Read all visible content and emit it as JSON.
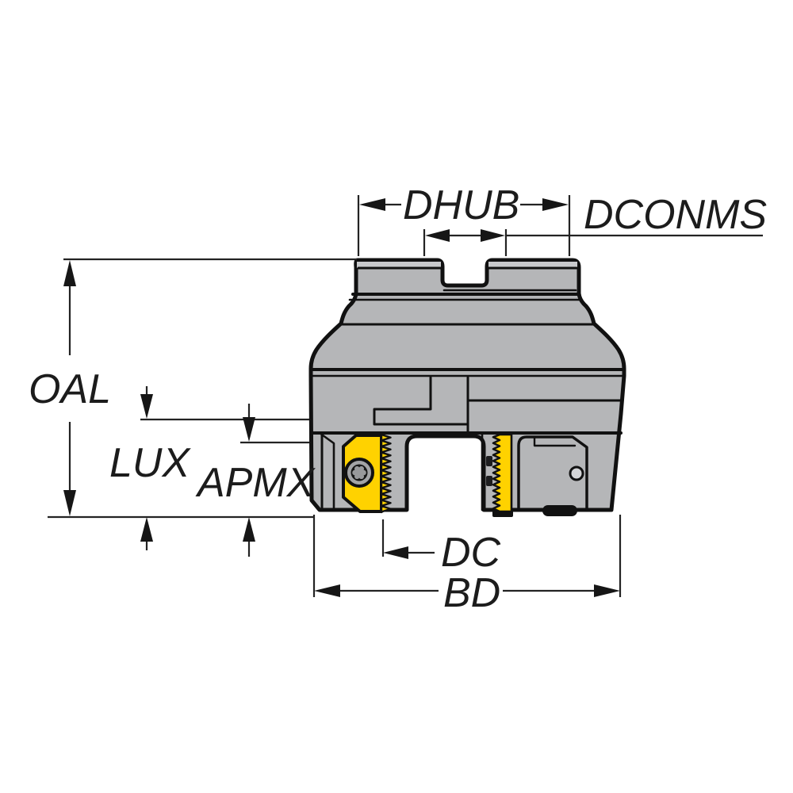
{
  "figure": {
    "type": "technical-dimension-diagram",
    "subject": "indexable thread milling cutter, side elevation with dimension callouts",
    "background": "#ffffff"
  },
  "labels": {
    "dhub": "DHUB",
    "dconms": "DCONMS",
    "oal": "OAL",
    "lux": "LUX",
    "apmx": "APMX",
    "dc": "DC",
    "bd": "BD"
  },
  "colors": {
    "body_gray": "#b5b6b8",
    "body_light_band": "#c9cacc",
    "insert_yellow": "#ffd200",
    "outline_black": "#111111",
    "dimension_color": "#232323",
    "screw_ring_gray": "#a3a4a6",
    "screw_center_dark": "#161616",
    "screw_star_gray": "#98999b",
    "hole_fill": "#d4d5d7",
    "arch_white": "#ffffff"
  }
}
